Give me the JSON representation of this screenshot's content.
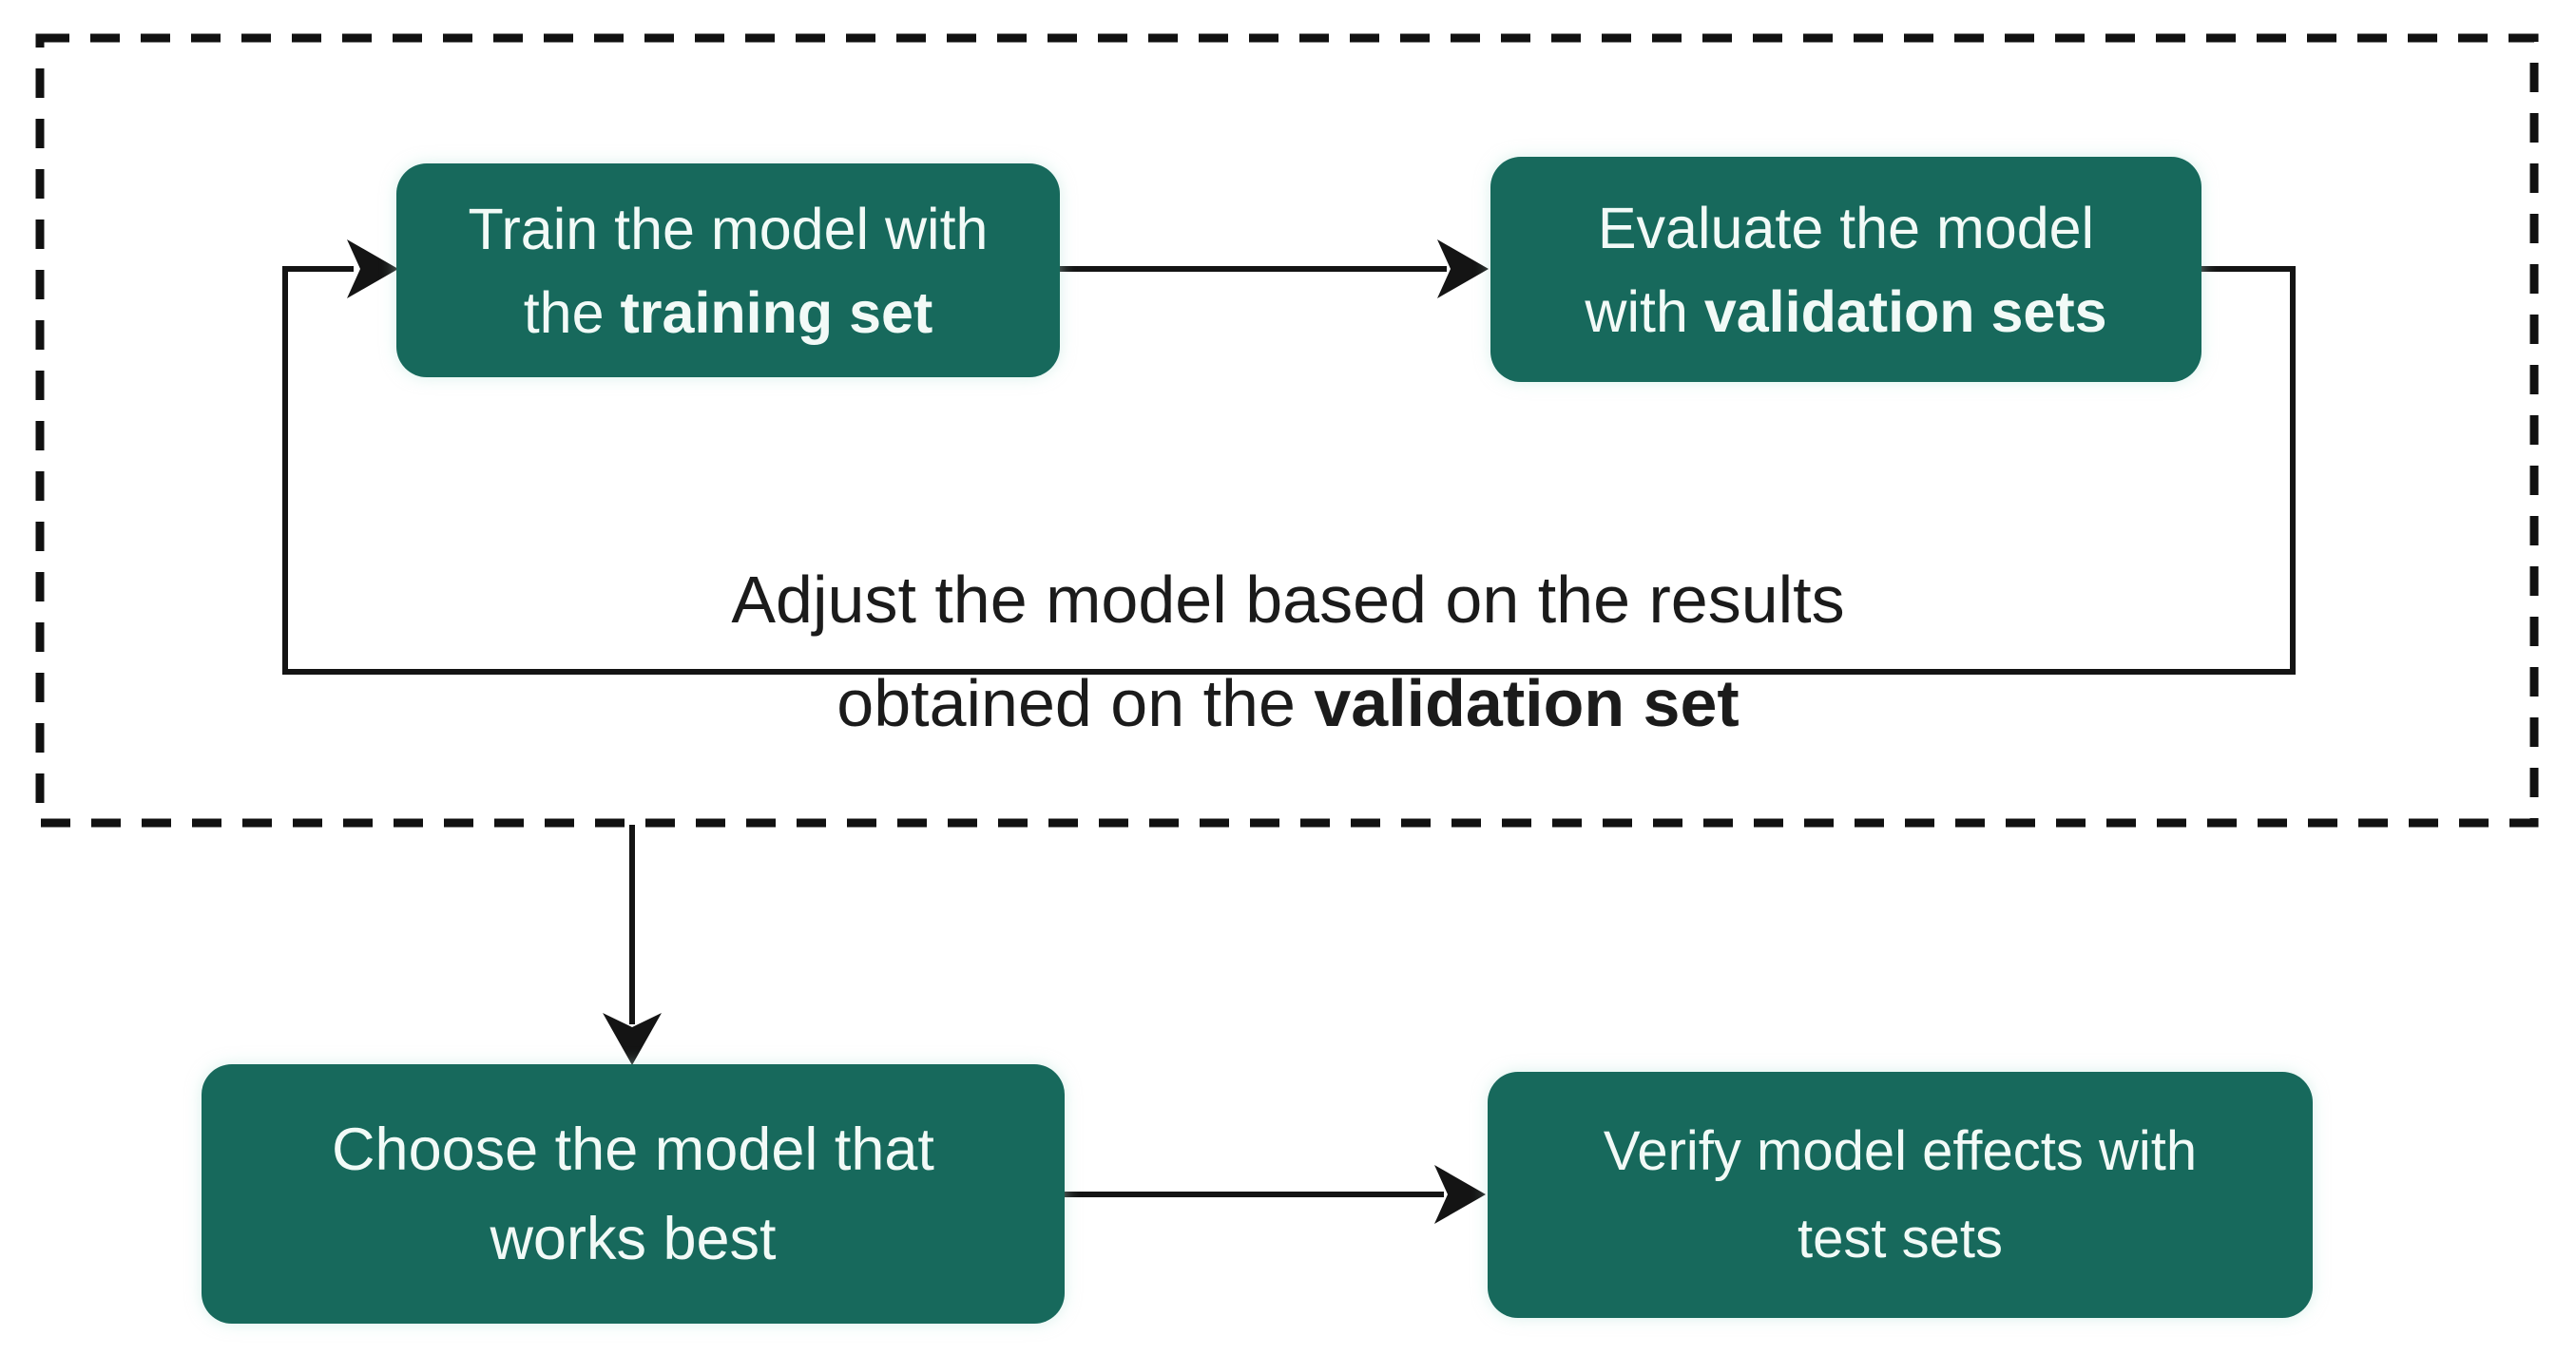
{
  "figure": {
    "description": "Model training / validation / test flowchart",
    "colors": {
      "background": "#ffffff",
      "box_fill": "#17695c",
      "box_text": "#f2faf7",
      "line": "#141414",
      "dashed_border": "#111111",
      "label_text": "#1b1b1b"
    }
  },
  "nodes": {
    "train": {
      "line1": "Train the model with",
      "line2_normal": "the ",
      "line2_bold": "training set"
    },
    "evaluate": {
      "line1": "Evaluate the model",
      "line2_normal": "with ",
      "line2_bold": "validation sets"
    },
    "choose": {
      "line1": "Choose the model that",
      "line2_normal": "works best",
      "line2_bold": ""
    },
    "verify": {
      "line1": "Verify model effects with",
      "line2_normal": "test sets",
      "line2_bold": ""
    }
  },
  "loop_label": {
    "line1": "Adjust the model based on the results",
    "line2_normal": "obtained on the ",
    "line2_bold": "validation set"
  }
}
